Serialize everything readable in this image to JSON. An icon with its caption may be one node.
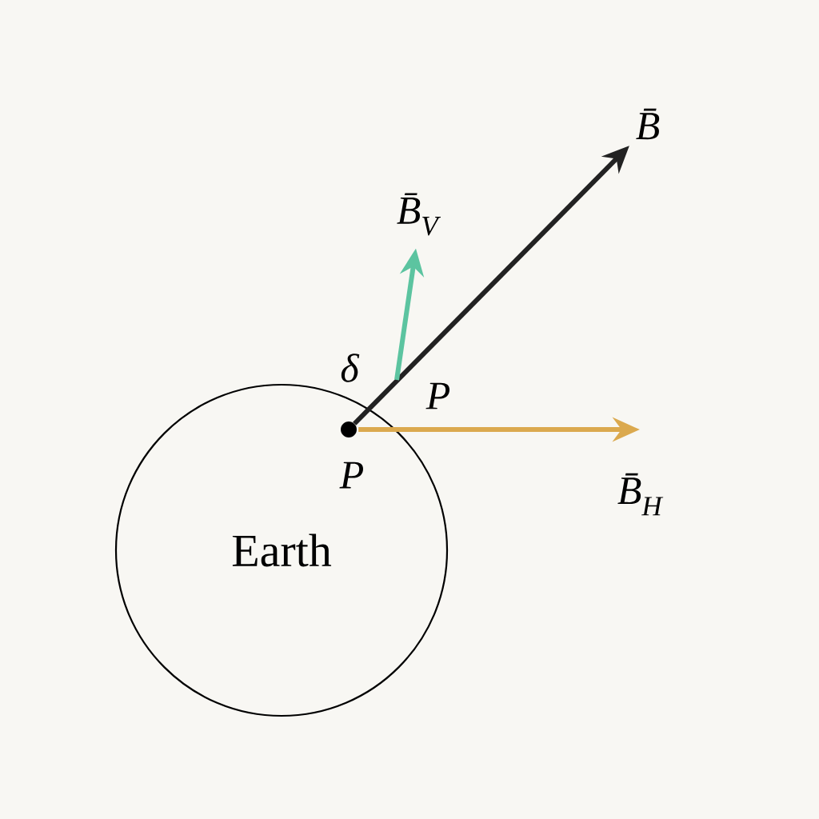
{
  "diagram": {
    "nodes": [
      {
        "text": [
          "Earth"
        ]
      },
      {
        "text": [],
        "shape": "circle",
        "beside": [
          "P"
        ],
        "in": 0
      },
      {
        "text": [
          "B̄"
        ]
      },
      {
        "text": [
          "B̄$_{V}$"
        ]
      },
      {
        "text": [
          "B̄$_{H}$"
        ]
      }
    ],
    "edges": [
      {
        "from": 1,
        "to": 2,
        "arrow": "to",
        "color": "#222222"
      },
      {
        "from": null,
        "to": 3,
        "arrow": "to",
        "color": "#5cc4a0"
      },
      {
        "from": 1,
        "to": 4,
        "arrow": "to",
        "color": "#dba94e"
      }
    ],
    "labels": [
      "δ",
      "P"
    ]
  }
}
